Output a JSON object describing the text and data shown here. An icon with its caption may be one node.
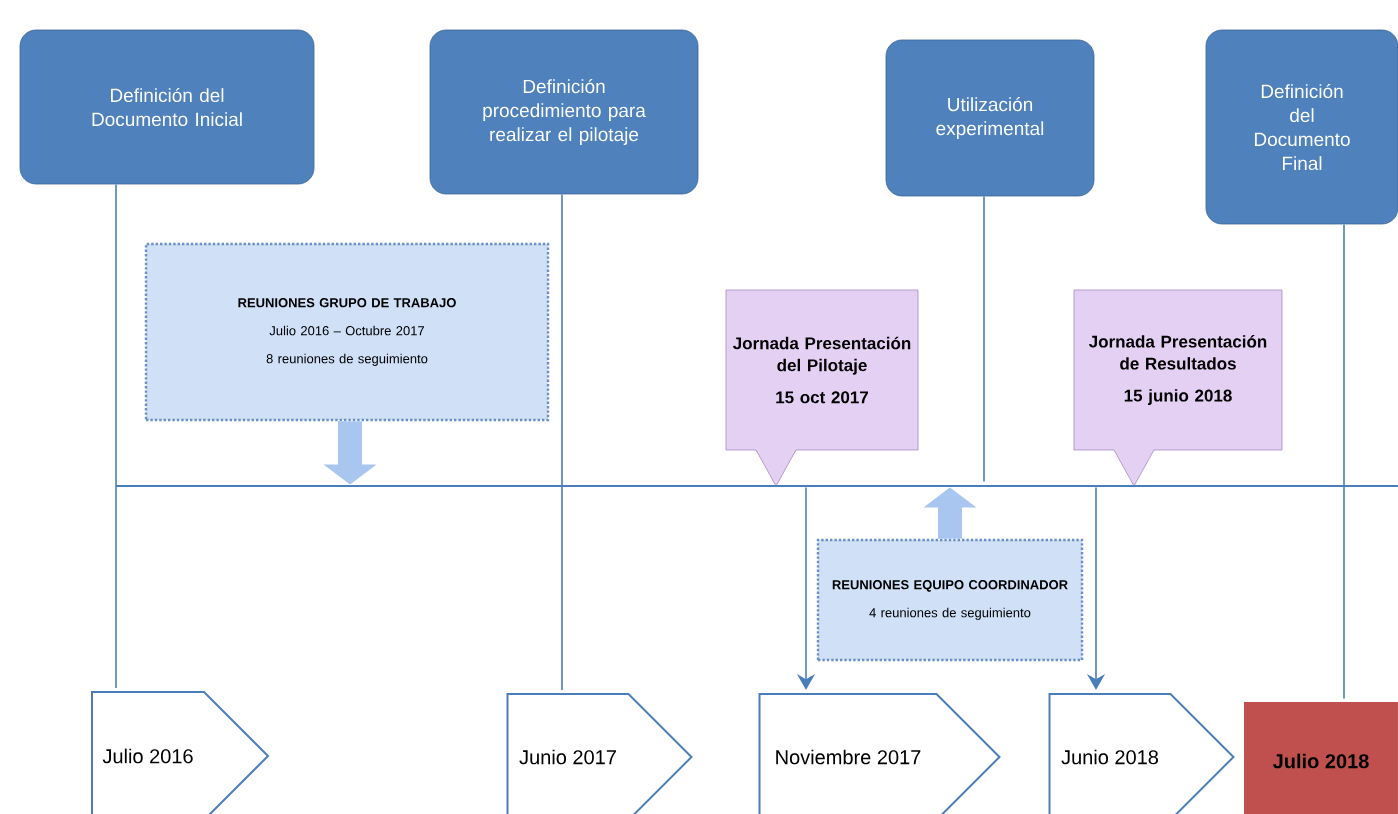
{
  "diagram": {
    "nodes": [
      {
        "text": [
          "Definición del Documento Inicial"
        ]
      },
      {
        "text": [
          "Definición procedimiento para realizar el pilotaje"
        ]
      },
      {
        "text": [
          "Utilización experimental"
        ]
      },
      {
        "text": [
          "Definición del Documento Final"
        ]
      },
      {
        "text": [
          "REUNIONES GRUPO DE TRABAJO",
          "Julio 2016 – Octubre 2017",
          "8 reuniones de seguimiento"
        ]
      },
      {
        "text": [
          "Jornada Presentación del Pilotaje",
          "15 oct 2017"
        ]
      },
      {
        "text": [
          "Jornada Presentación de Resultados",
          "15 junio 2018"
        ]
      },
      {
        "text": [],
        "shape": "bar"
      },
      {
        "text": [
          "REUNIONES EQUIPO COORDINADOR",
          "4 reuniones de seguimiento"
        ]
      },
      {
        "text": [
          "Julio 2016"
        ]
      },
      {
        "text": [
          "Junio 2017"
        ]
      },
      {
        "text": [
          "Noviembre 2017"
        ]
      },
      {
        "text": [
          "Junio 2018"
        ]
      },
      {
        "text": [
          "Julio 2018"
        ]
      }
    ],
    "edges": [
      {
        "from": 0,
        "to": 9,
        "arrow": "none"
      },
      {
        "from": 1,
        "to": 10,
        "arrow": "none"
      },
      {
        "from": 2,
        "to": 7,
        "arrow": "none"
      },
      {
        "from": 3,
        "to": 13,
        "arrow": "none"
      },
      {
        "from": 4,
        "to": 7,
        "arrow": "to",
        "style": "thick",
        "color": "#a9c6f0"
      },
      {
        "from": 8,
        "to": 7,
        "arrow": "to",
        "style": "thick",
        "color": "#a9c6f0"
      },
      {
        "from": 7,
        "to": 11,
        "arrow": "to"
      },
      {
        "from": 7,
        "to": 12,
        "arrow": "to"
      }
    ]
  }
}
